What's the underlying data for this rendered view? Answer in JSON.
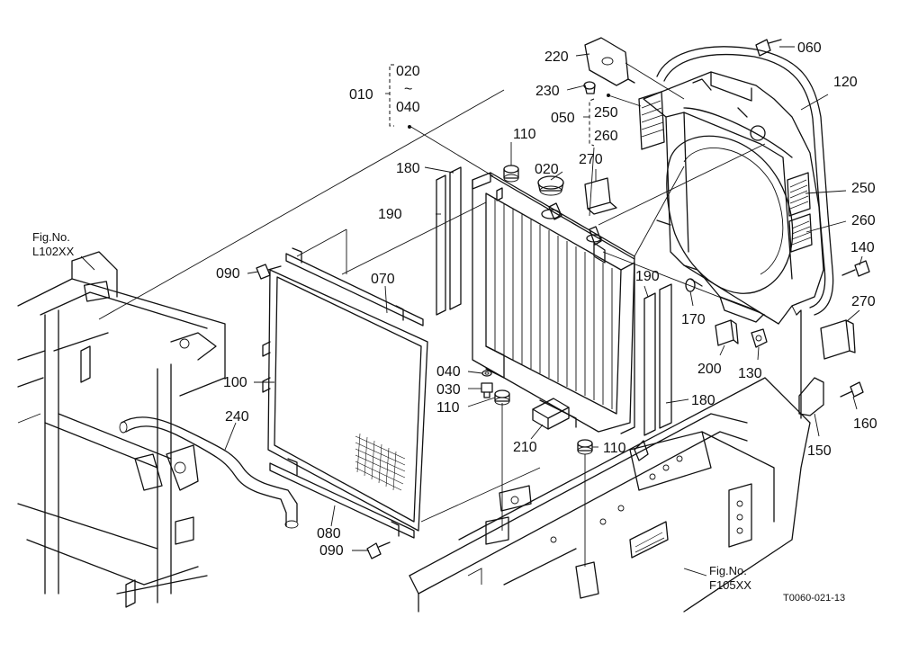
{
  "diagram": {
    "callouts": {
      "c010": "010",
      "c020a": "020",
      "tilde": "~",
      "c040a": "040",
      "c020b": "020",
      "c030": "030",
      "c040b": "040",
      "c050": "050",
      "c060": "060",
      "c070": "070",
      "c080": "080",
      "c090a": "090",
      "c090b": "090",
      "c100": "100",
      "c110a": "110",
      "c110b": "110",
      "c110c": "110",
      "c120": "120",
      "c130": "130",
      "c140": "140",
      "c150": "150",
      "c160": "160",
      "c170": "170",
      "c180a": "180",
      "c180b": "180",
      "c190a": "190",
      "c190b": "190",
      "c200": "200",
      "c210": "210",
      "c220": "220",
      "c230": "230",
      "c240": "240",
      "c250a": "250",
      "c250b": "250",
      "c260a": "260",
      "c260b": "260",
      "c270a": "270",
      "c270b": "270"
    },
    "refs": {
      "left_label": "Fig.No.",
      "left_code": "L102XX",
      "right_label": "Fig.No.",
      "right_code": "F105XX"
    },
    "drawing_code": "T0060-021-13"
  }
}
